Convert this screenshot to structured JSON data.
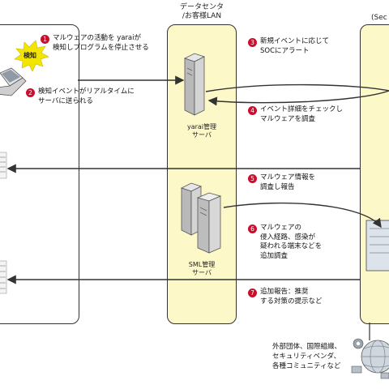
{
  "zones": {
    "center_title": "データセンタ\n/お客様LAN",
    "right_title": "(Sec"
  },
  "alert_burst": {
    "label": "検知"
  },
  "servers": {
    "yarai": "yarai管理\nサーバ",
    "sml": "SML管理\nサーバ"
  },
  "steps": [
    {
      "num": "1",
      "text": "マルウェアの活動を yaraiが\n検知しプログラムを停止させる"
    },
    {
      "num": "2",
      "text": "検知イベントがリアルタイムに\nサーバに送られる"
    },
    {
      "num": "3",
      "text": "新規イベントに応じて\nSOCにアラート"
    },
    {
      "num": "4",
      "text": "イベント詳細をチェックし\nマルウェアを調査"
    },
    {
      "num": "5",
      "text": "マルウェア情報を\n調査し報告"
    },
    {
      "num": "6",
      "text": "マルウェアの\n侵入経路、感染が\n疑われる端末などを\n追加調査"
    },
    {
      "num": "7",
      "text": "追加報告：推奨\nする対策の提示など"
    }
  ],
  "external": {
    "text": "外部団体、国際組織、\nセキュリティベンダ、\n各種コミュニティなど"
  },
  "colors": {
    "zone_fill": "#fdf8c8",
    "step_badge": "#c8102e",
    "burst": "#f2e600",
    "line": "#333333"
  }
}
